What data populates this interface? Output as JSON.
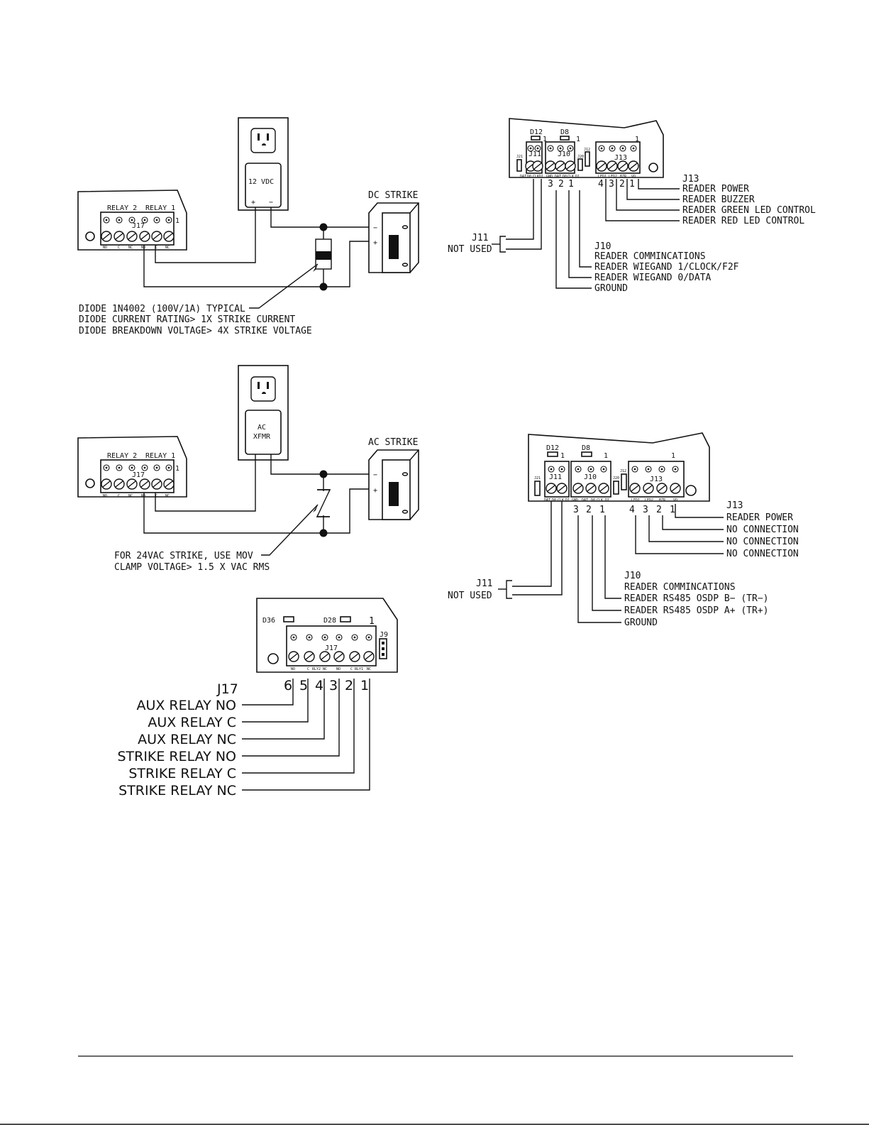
{
  "dc_strike": {
    "board": {
      "relay2": "RELAY 2",
      "relay1": "RELAY 1",
      "pin1": "1",
      "j17": "J17",
      "terms": [
        "NO",
        "C",
        "NC",
        "NO",
        "C",
        "NC"
      ]
    },
    "supply": "12 VDC",
    "plus": "+",
    "minus": "−",
    "strike_label": "DC STRIKE",
    "strike_minus": "−",
    "strike_plus": "+",
    "note": [
      "DIODE 1N4002 (100V/1A) TYPICAL",
      "DIODE CURRENT RATING> 1X STRIKE CURRENT",
      "DIODE BREAKDOWN VOLTAGE> 4X STRIKE VOLTAGE"
    ]
  },
  "ac_strike": {
    "board": {
      "relay2": "RELAY 2",
      "relay1": "RELAY 1",
      "pin1": "1",
      "j17": "J17",
      "terms": [
        "NO",
        "C",
        "NC",
        "NO",
        "C",
        "NC"
      ]
    },
    "supply_line1": "AC",
    "supply_line2": "XFMR",
    "strike_label": "AC STRIKE",
    "strike_minus": "−",
    "strike_plus": "+",
    "note": [
      "FOR 24VAC STRIKE, USE MOV",
      "CLAMP VOLTAGE> 1.5 X VAC RMS"
    ]
  },
  "j17_pinout": {
    "d36": "D36",
    "d28": "D28",
    "pin1": "1",
    "j9": "J9",
    "j17": "J17",
    "terms": [
      "NO",
      "C",
      "RLY2",
      "NC",
      "NO",
      "C",
      "RLY1",
      "NC"
    ],
    "nums": [
      "6",
      "5",
      "4",
      "3",
      "2",
      "1"
    ],
    "header": "J17",
    "rows": [
      "AUX RELAY NO",
      "AUX RELAY C",
      "AUX RELAY NC",
      "STRIKE RELAY NO",
      "STRIKE RELAY C",
      "STRIKE RELAY NC"
    ]
  },
  "wiegand": {
    "d12": "D12",
    "d8": "D8",
    "one": "1",
    "j21": "J21",
    "j11": "J11",
    "j10": "J10",
    "j20": "J20",
    "j12": "J12",
    "j13": "J13",
    "terms": [
      "DAT",
      "D0",
      "CLK",
      "D1",
      "GND",
      "DAT",
      "D0",
      "CLK",
      "D1",
      "LED1",
      "LED2",
      "BZR",
      "VO"
    ],
    "j10_nums": [
      "3",
      "2",
      "1"
    ],
    "j13_nums": [
      "4",
      "3",
      "2",
      "1"
    ],
    "j13_header": "J13",
    "j13_rows": [
      "READER POWER",
      "READER BUZZER",
      "READER GREEN LED CONTROL",
      "READER RED LED CONTROL"
    ],
    "j11_header": "J11",
    "j11_note": "NOT USED",
    "j10_header": "J10",
    "j10_rows": [
      "READER COMMINCATIONS",
      "READER WIEGAND 1/CLOCK/F2F",
      "READER WIEGAND 0/DATA",
      "GROUND"
    ]
  },
  "osdp": {
    "d12": "D12",
    "d8": "D8",
    "one": "1",
    "j21": "J21",
    "j11": "J11",
    "j10": "J10",
    "j20": "J20",
    "j12": "J12",
    "j13": "J13",
    "terms": [
      "DAT",
      "D0",
      "CLK",
      "D1",
      "GND",
      "DAT",
      "D0",
      "CLK",
      "D1",
      "LED1",
      "LED2",
      "BZR",
      "VO"
    ],
    "j10_nums": [
      "3",
      "2",
      "1"
    ],
    "j13_nums": [
      "4",
      "3",
      "2",
      "1"
    ],
    "j13_header": "J13",
    "j13_rows": [
      "READER POWER",
      "NO CONNECTION",
      "NO CONNECTION",
      "NO CONNECTION"
    ],
    "j11_header": "J11",
    "j11_note": "NOT USED",
    "j10_header": "J10",
    "j10_rows": [
      "READER COMMINCATIONS",
      "READER RS485 OSDP B−  (TR−)",
      "READER RS485 OSDP A+  (TR+)",
      "GROUND"
    ]
  }
}
